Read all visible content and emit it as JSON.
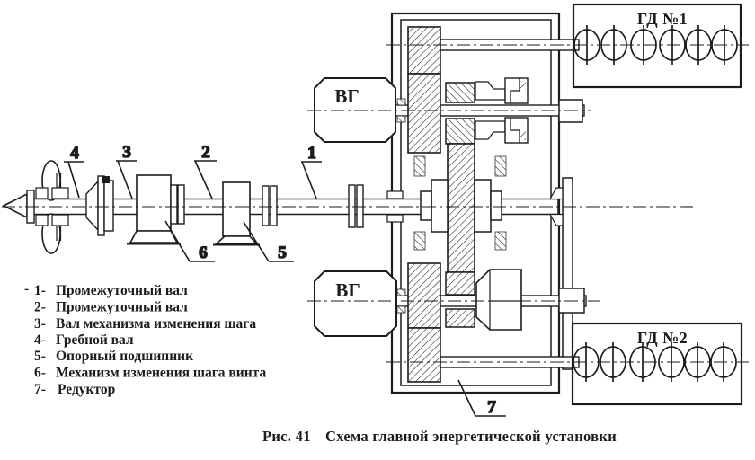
{
  "figure": {
    "type": "engineering-schematic",
    "subject": "Схема главной энергетической установки"
  },
  "colors": {
    "ink": "#1c1c1c",
    "background": "#ffffff"
  },
  "machine_labels": {
    "vg": "ВГ",
    "engine1": "ГД №1",
    "engine2": "ГД №2"
  },
  "callouts": [
    "1",
    "2",
    "3",
    "4",
    "5",
    "6",
    "7"
  ],
  "legend": {
    "lead_dash": "-",
    "items": [
      {
        "num": "1-",
        "label": "Промежуточный вал"
      },
      {
        "num": "2-",
        "label": "Промежуточный вал"
      },
      {
        "num": "3-",
        "label": "Вал механизма изменения шага"
      },
      {
        "num": "4-",
        "label": "Гребной вал"
      },
      {
        "num": "5-",
        "label": "Опорный подшипник"
      },
      {
        "num": "6-",
        "label": "Механизм изменения шага винта"
      },
      {
        "num": "7-",
        "label": "Редуктор"
      }
    ]
  },
  "caption": {
    "figure_no": "Рис. 41",
    "title": "Схема главной энергетической установки"
  }
}
